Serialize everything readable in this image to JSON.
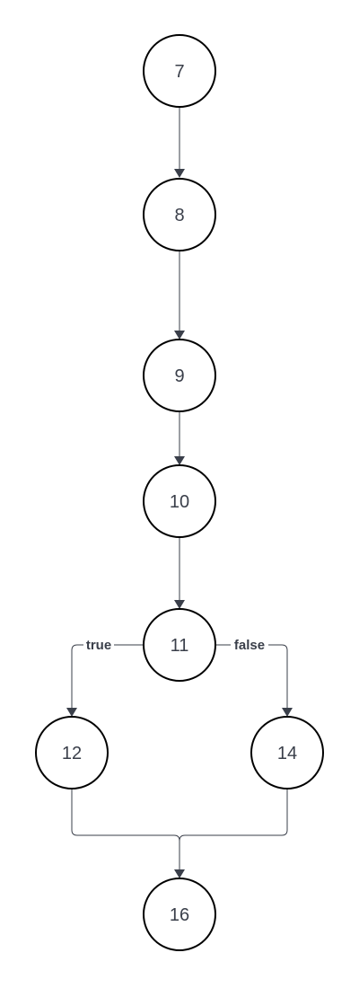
{
  "nodes": [
    {
      "id": "n7",
      "label": "7"
    },
    {
      "id": "n8",
      "label": "8"
    },
    {
      "id": "n9",
      "label": "9"
    },
    {
      "id": "n10",
      "label": "10"
    },
    {
      "id": "n11",
      "label": "11"
    },
    {
      "id": "n12",
      "label": "12"
    },
    {
      "id": "n14",
      "label": "14"
    },
    {
      "id": "n16",
      "label": "16"
    }
  ],
  "edges": [
    {
      "from": "n7",
      "to": "n8",
      "label": ""
    },
    {
      "from": "n8",
      "to": "n9",
      "label": ""
    },
    {
      "from": "n9",
      "to": "n10",
      "label": ""
    },
    {
      "from": "n10",
      "to": "n11",
      "label": ""
    },
    {
      "from": "n11",
      "to": "n12",
      "label": "true"
    },
    {
      "from": "n11",
      "to": "n14",
      "label": "false"
    },
    {
      "from": "n12",
      "to": "n16",
      "label": ""
    },
    {
      "from": "n14",
      "to": "n16",
      "label": ""
    }
  ],
  "colors": {
    "node_stroke": "#000000",
    "edge": "#3a3f4a",
    "text": "#3a3f4a",
    "background": "#ffffff"
  }
}
